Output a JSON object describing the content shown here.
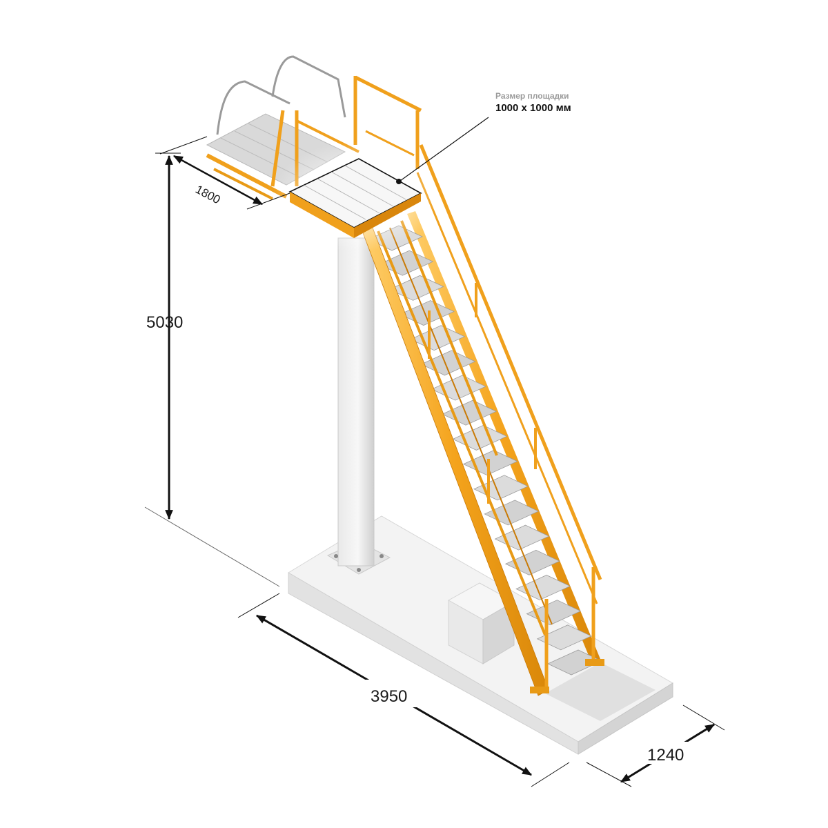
{
  "dimensions": {
    "height": "5030",
    "platform_width": "1800",
    "length": "3950",
    "base_width": "1240"
  },
  "callout": {
    "title": "Размер площадки",
    "value": "1000 x 1000 мм"
  },
  "colors": {
    "steel": "#f4a31c",
    "steel_dark": "#d9860c",
    "steel_light": "#ffd27a",
    "concrete": "#f1f1f1",
    "concrete_shade": "#d9d9d9",
    "line": "#111111"
  }
}
